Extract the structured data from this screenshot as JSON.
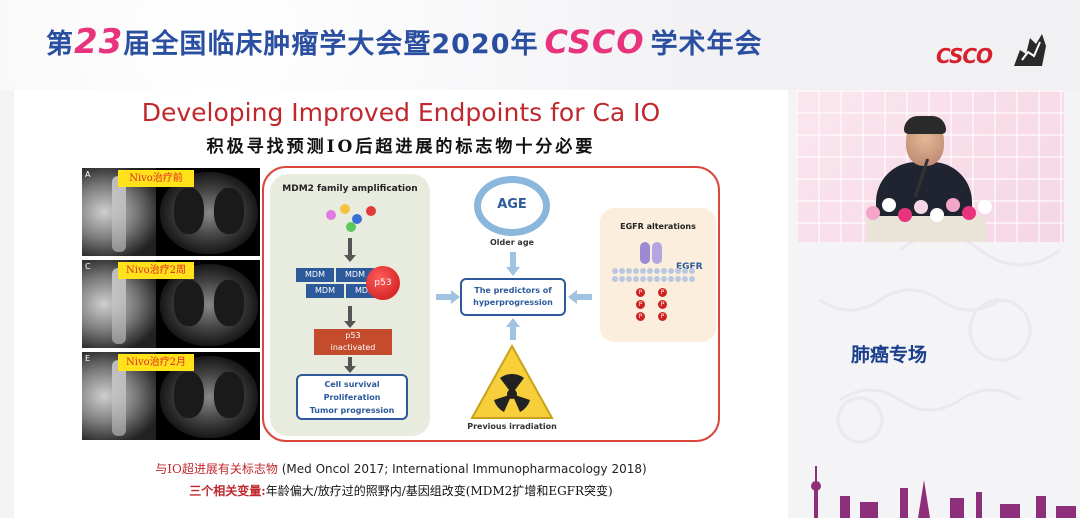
{
  "banner": {
    "prefix": "第",
    "number": "23",
    "mid": "届全国临床肿瘤学大会暨2020年",
    "brand": "CSCO",
    "suffix": "学术年会",
    "logo_text": "CSCO"
  },
  "slide": {
    "title": "Developing Improved Endpoints for Ca IO",
    "subtitle": "积极寻找预测IO后超进展的标志物十分必要",
    "scans": [
      {
        "letter": "A",
        "tag": "Nivo治疗前"
      },
      {
        "letter": "C",
        "tag": "Nivo治疗2周"
      },
      {
        "letter": "E",
        "tag": "Nivo治疗2月"
      }
    ],
    "diagram": {
      "mdm2_head": "MDM2 family amplification",
      "mdm_labels": [
        "MDM",
        "MDM",
        "MDM",
        "MDM"
      ],
      "p53_circle": "p53",
      "p53_line1": "p53",
      "p53_line2": "inactivated",
      "outcome_lines": [
        "Cell survival",
        "Proliferation",
        "Tumor progression"
      ],
      "age_text": "AGE",
      "older_age": "Older age",
      "predict_line1": "The predictors of",
      "predict_line2": "hyperprogression",
      "radiation_label": "Previous irradiation",
      "egfr_head": "EGFR alterations",
      "egfr_label": "EGFR",
      "p_symbol": "P"
    },
    "reference_cn": "与IO超进展有关标志物",
    "reference_en": "(Med Oncol 2017; International Immunopharmacology 2018)",
    "vars_lead": "三个相关变量:",
    "vars_text": "年龄偏大/放疗过的照野内/基因组改变(MDM2扩增和EGFR突变)"
  },
  "side": {
    "track": "肺癌专场"
  },
  "colors": {
    "banner_blue": "#2b4fa0",
    "brand_pink": "#e8337d",
    "slide_red": "#c0282d",
    "diagram_blue": "#2c5a9b"
  }
}
